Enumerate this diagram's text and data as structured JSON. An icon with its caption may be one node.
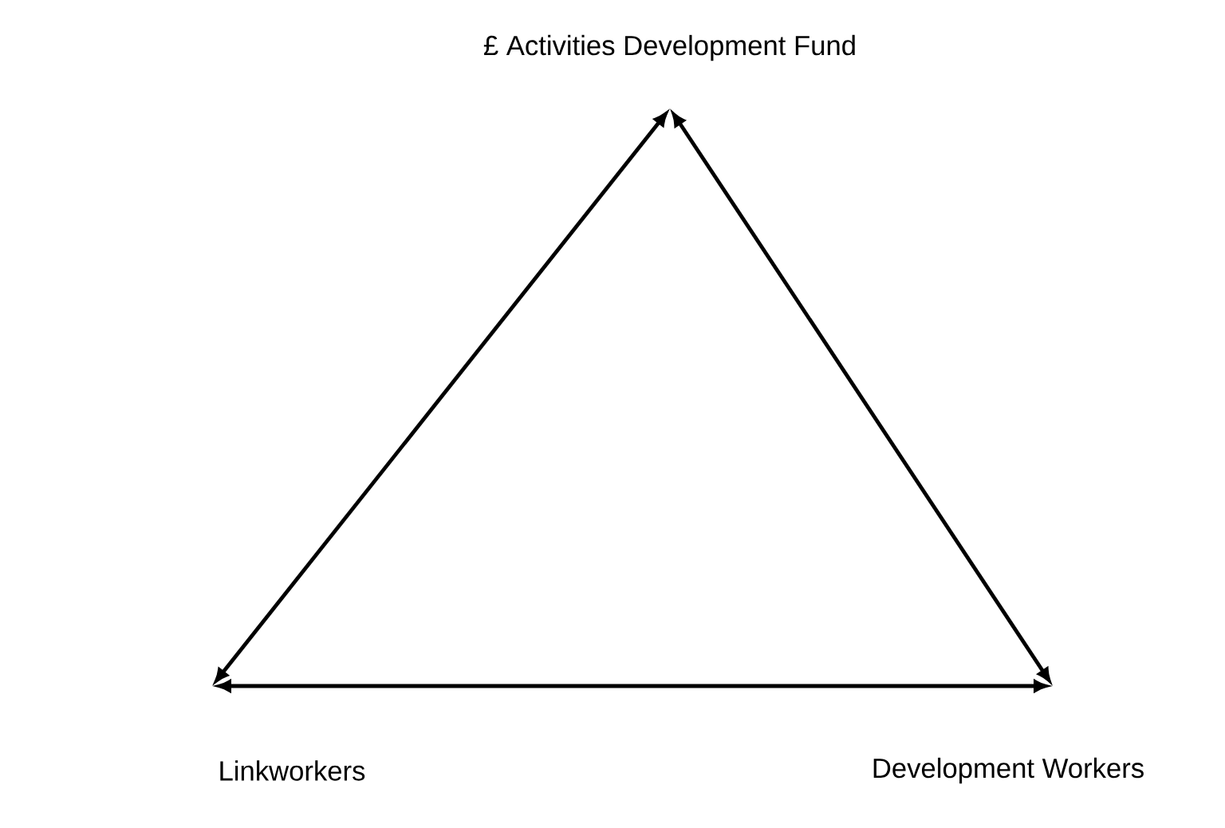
{
  "diagram": {
    "nodes": [
      {
        "text": [
          "£ Activities Development Fund"
        ]
      },
      {
        "text": [
          "Linkworkers"
        ]
      },
      {
        "text": [
          "Development Workers"
        ]
      }
    ],
    "edges": [
      {
        "from": 0,
        "to": 1,
        "arrow": "both"
      },
      {
        "from": 1,
        "to": 2,
        "arrow": "both"
      },
      {
        "from": 0,
        "to": 2,
        "arrow": "both"
      }
    ]
  }
}
